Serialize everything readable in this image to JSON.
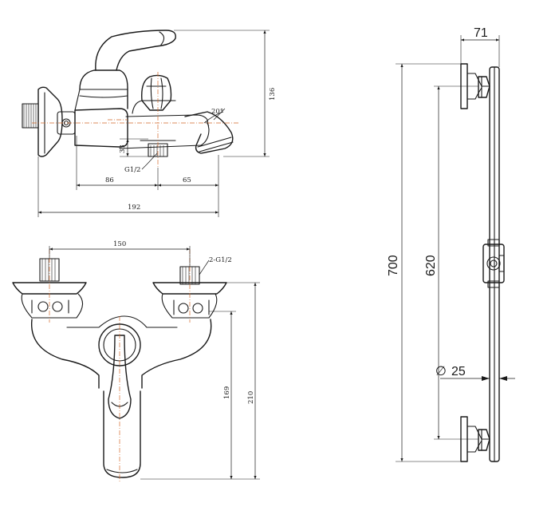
{
  "side_view": {
    "dim_height": "136",
    "dim_small_height": "33",
    "angle": "20°",
    "thread": "G1/2",
    "dim_left": "86",
    "dim_right": "65",
    "dim_total": "192"
  },
  "front_view": {
    "dim_width": "150",
    "thread": "2-G1/2",
    "dim_inner_height": "169",
    "dim_total_height": "210"
  },
  "rail_view": {
    "dim_top": "71",
    "dim_total": "700",
    "dim_inner": "620",
    "dim_diameter": "25",
    "diameter_symbol": "∅"
  }
}
